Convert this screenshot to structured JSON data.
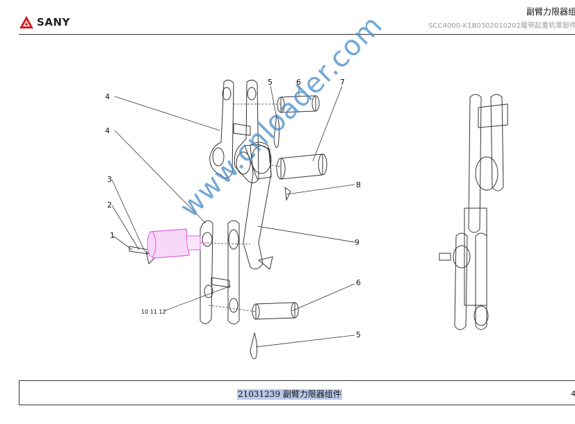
{
  "header": {
    "brand": "SANY",
    "title": "副臂力限器组",
    "subtitle": "SCC4000-K1Ⅲ0302010202履带起重机零部件"
  },
  "callouts": [
    "4",
    "4",
    "3",
    "2",
    "1",
    "5",
    "6",
    "7",
    "8",
    "9",
    "10 11 12",
    "6",
    "5"
  ],
  "footer": {
    "caption": "21031239  副臂力限器组件",
    "page": "4"
  },
  "watermark": "www.cnloader.com",
  "colors": {
    "brand_red": "#d7191f",
    "sensor_magenta": "#e060e0",
    "watermark_blue": "#4a8cc8",
    "caption_highlight": "#b8c8e8"
  }
}
